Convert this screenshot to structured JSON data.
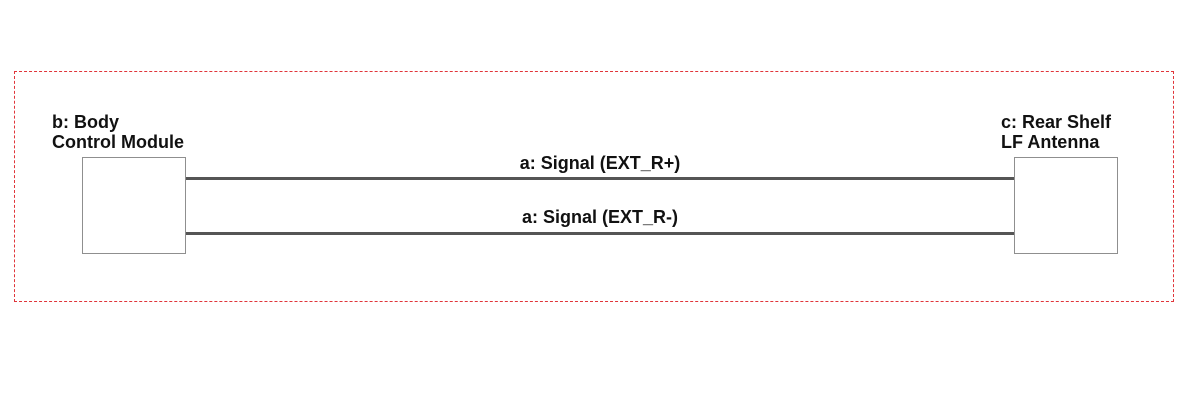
{
  "components": {
    "left": {
      "line1": "b: Body",
      "line2": "Control Module"
    },
    "right": {
      "line1": "c: Rear Shelf",
      "line2": "LF Antenna"
    }
  },
  "wires": [
    {
      "label": "a: Signal (EXT_R+)"
    },
    {
      "label": "a: Signal (EXT_R-)"
    }
  ],
  "colors": {
    "frame_border": "#e0353a",
    "box_border": "#8f8f8f",
    "wire": "#555555",
    "text": "#111111"
  }
}
